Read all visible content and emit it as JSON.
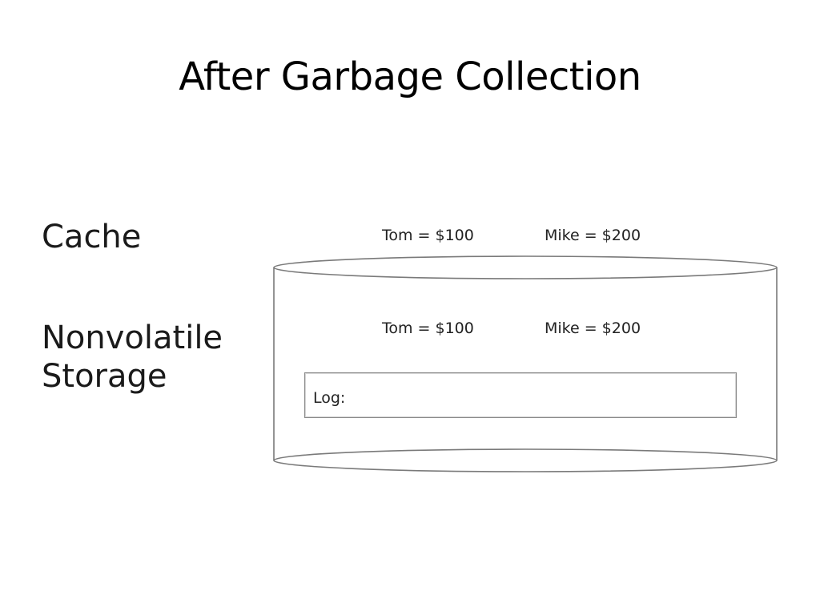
{
  "slide": {
    "title": "After Garbage Collection"
  },
  "labels": {
    "cache": "Cache",
    "nonvolatile": "Nonvolatile",
    "storage": "Storage"
  },
  "cache": {
    "tom": "Tom = $100",
    "mike": "Mike = $200"
  },
  "nonvolatile_storage": {
    "tom": "Tom = $100",
    "mike": "Mike = $200",
    "log_label": "Log:"
  }
}
